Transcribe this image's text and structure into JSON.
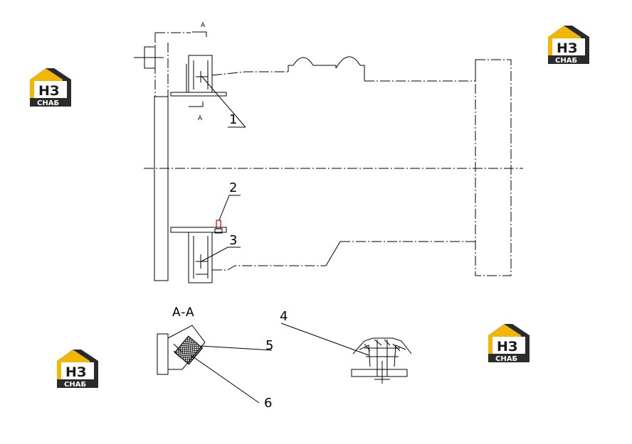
{
  "diagram": {
    "callouts": [
      "1",
      "2",
      "3",
      "4",
      "5",
      "6"
    ],
    "section_mark": "A",
    "section_title": "A-A"
  },
  "logo": {
    "mark": "НЗ",
    "text": "СНАБ",
    "colors": {
      "yellow": "#f2b705",
      "dark": "#2b2b2b"
    }
  }
}
